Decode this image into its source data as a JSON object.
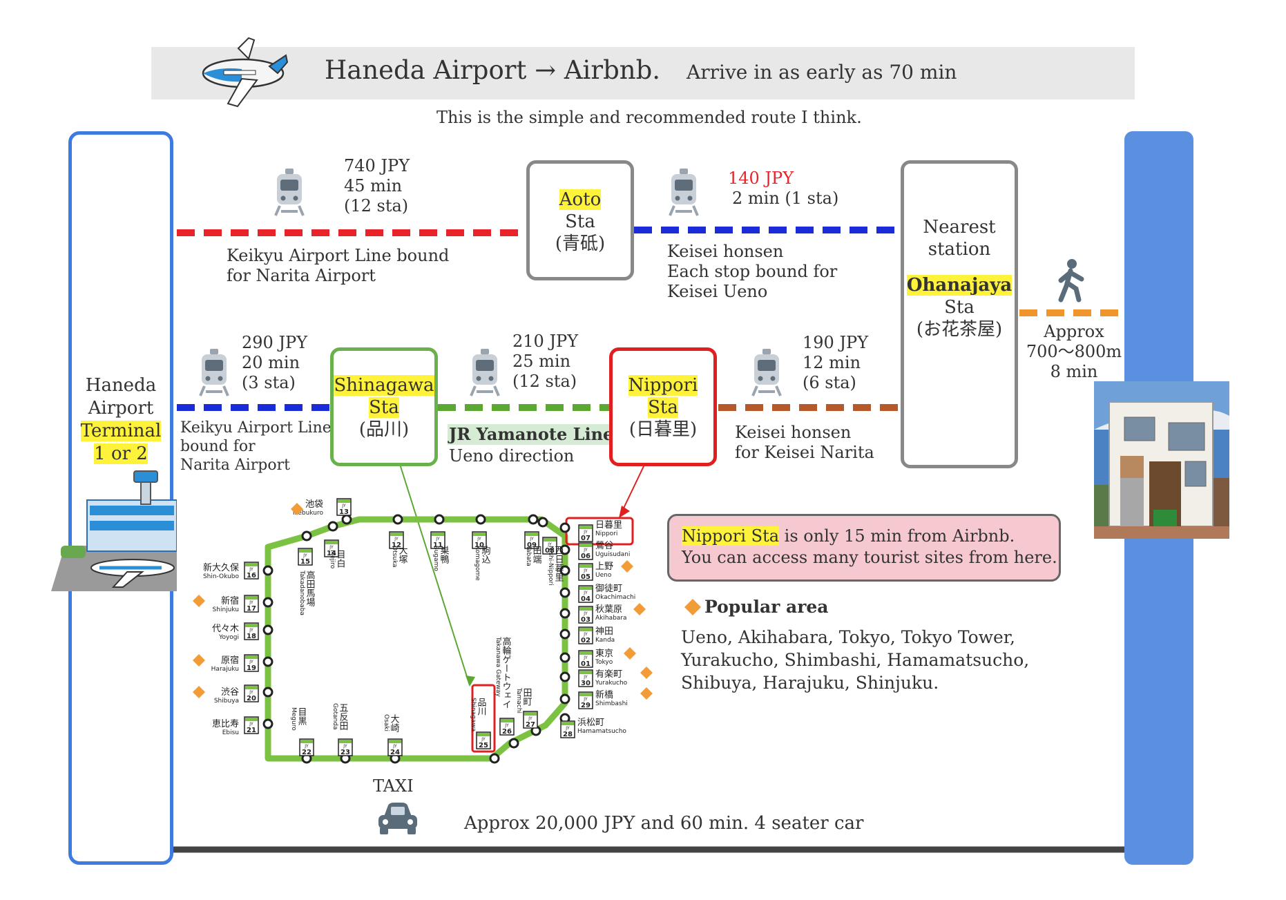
{
  "header": {
    "title": "Haneda Airport → Airbnb.",
    "arrive": "Arrive in as early as 70 min",
    "subtitle": "This is the simple and recommended route I think."
  },
  "airport": {
    "line1": "Haneda",
    "line2": "Airport",
    "terminal": "Terminal",
    "terminal_num": "1 or 2"
  },
  "route_upper": {
    "seg1": {
      "price": "740 JPY",
      "time": "45 min",
      "stops": "(12 sta)",
      "line_a": "Keikyu Airport Line bound",
      "line_b": "for Narita Airport",
      "color": "#e8232a"
    },
    "aoto": {
      "name": "Aoto",
      "sta": "Sta",
      "jp": "(青砥)"
    },
    "seg2": {
      "price": "140 JPY",
      "time": "2 min (1 sta)",
      "line_a": "Keisei honsen",
      "line_b": "Each stop bound for",
      "line_c": "Keisei Ueno",
      "color": "#1a2bd8",
      "price_color": "#e8232a"
    }
  },
  "route_lower": {
    "seg1": {
      "price": "290 JPY",
      "time": "20 min",
      "stops": "(3 sta)",
      "line_a": "Keikyu Airport Line",
      "line_b": "bound for",
      "line_c": "Narita Airport",
      "color": "#1a2bd8"
    },
    "shinagawa": {
      "name": "Shinagawa",
      "sta": "Sta",
      "jp": "(品川)",
      "border": "#6ab04c"
    },
    "seg2": {
      "price": "210 JPY",
      "time": "25 min",
      "stops": "(12 sta)",
      "line_a": "JR Yamanote Line",
      "line_b": "Ueno direction",
      "color": "#5aa832"
    },
    "nippori": {
      "name": "Nippori",
      "sta": "Sta",
      "jp": "(日暮里)",
      "border": "#e02020"
    },
    "seg3": {
      "price": "190 JPY",
      "time": "12 min",
      "stops": "(6 sta)",
      "line_a": "Keisei honsen",
      "line_b": "for Keisei Narita",
      "color": "#b5582a"
    }
  },
  "nearest": {
    "line1": "Nearest",
    "line2": "station",
    "name": "Ohanajaya",
    "sta": "Sta",
    "jp": "(お花茶屋)"
  },
  "walk": {
    "label": "Approx",
    "distance": "700〜800m",
    "time": "8 min",
    "color": "#f0952c"
  },
  "info_box": {
    "highlight": "Nippori Sta",
    "line1_rest": " is only 15 min from Airbnb.",
    "line2": "You can access many tourist sites from here."
  },
  "popular": {
    "title": "Popular area",
    "line1": "Ueno, Akihabara, Tokyo, Tokyo Tower,",
    "line2": "Yurakucho, Shimbashi, Hamamatsucho,",
    "line3": "Shibuya, Harajuku, Shinjuku."
  },
  "taxi": {
    "label": "TAXI",
    "desc": "Approx 20,000 JPY and 60 min. 4 seater car"
  },
  "map": {
    "stations": [
      {
        "code": "13",
        "jp": "池袋",
        "en": "Ikebukuro"
      },
      {
        "code": "14",
        "jp": "目白",
        "en": "Mejiro"
      },
      {
        "code": "15",
        "jp": "高田馬場",
        "en": "Takadanobaba"
      },
      {
        "code": "16",
        "jp": "新大久保",
        "en": "Shin-Okubo"
      },
      {
        "code": "17",
        "jp": "新宿",
        "en": "Shinjuku"
      },
      {
        "code": "18",
        "jp": "代々木",
        "en": "Yoyogi"
      },
      {
        "code": "19",
        "jp": "原宿",
        "en": "Harajuku"
      },
      {
        "code": "20",
        "jp": "渋谷",
        "en": "Shibuya"
      },
      {
        "code": "21",
        "jp": "恵比寿",
        "en": "Ebisu"
      },
      {
        "code": "22",
        "jp": "目黒",
        "en": "Meguro"
      },
      {
        "code": "23",
        "jp": "五反田",
        "en": "Gotanda"
      },
      {
        "code": "24",
        "jp": "大崎",
        "en": "Osaki"
      },
      {
        "code": "25",
        "jp": "品川",
        "en": "Shinagawa"
      },
      {
        "code": "26",
        "jp": "高輪ゲートウェイ",
        "en": "Takanawa Gateway"
      },
      {
        "code": "27",
        "jp": "田町",
        "en": "Tamachi"
      },
      {
        "code": "28",
        "jp": "浜松町",
        "en": "Hamamatsucho"
      },
      {
        "code": "29",
        "jp": "新橋",
        "en": "Shimbashi"
      },
      {
        "code": "30",
        "jp": "有楽町",
        "en": "Yurakucho"
      },
      {
        "code": "01",
        "jp": "東京",
        "en": "Tokyo"
      },
      {
        "code": "02",
        "jp": "神田",
        "en": "Kanda"
      },
      {
        "code": "03",
        "jp": "秋葉原",
        "en": "Akihabara"
      },
      {
        "code": "04",
        "jp": "御徒町",
        "en": "Okachimachi"
      },
      {
        "code": "05",
        "jp": "上野",
        "en": "Ueno"
      },
      {
        "code": "06",
        "jp": "鶯谷",
        "en": "Uguisudani"
      },
      {
        "code": "07",
        "jp": "日暮里",
        "en": "Nippori"
      },
      {
        "code": "08",
        "jp": "西日暮里",
        "en": "Nishi-Nippori"
      },
      {
        "code": "09",
        "jp": "田端",
        "en": "Tabata"
      },
      {
        "code": "10",
        "jp": "駒込",
        "en": "Komagome"
      },
      {
        "code": "11",
        "jp": "巣鴨",
        "en": "Sugamo"
      },
      {
        "code": "12",
        "jp": "大塚",
        "en": "Otsuka"
      }
    ],
    "line_prefix": "JY",
    "line_color": "#7cc242"
  },
  "colors": {
    "frame": "#3d7be0",
    "right_bar": "#5b8fe0",
    "highlight": "#fff23a",
    "info_bg": "#f6c8cf",
    "popular_marker": "#f29c38"
  }
}
